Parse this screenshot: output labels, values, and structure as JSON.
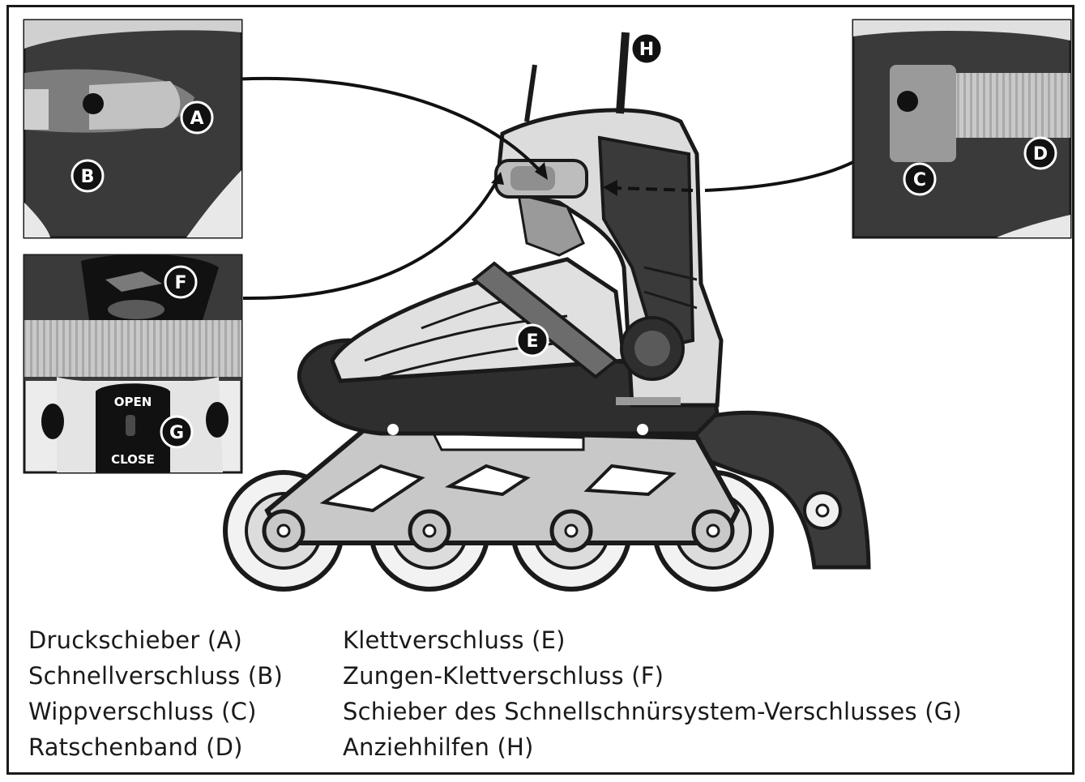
{
  "callouts": {
    "a": "A",
    "b": "B",
    "c": "C",
    "d": "D",
    "e": "E",
    "f": "F",
    "g": "G",
    "h": "H"
  },
  "inset_g": {
    "open_label": "OPEN",
    "close_label": "CLOSE"
  },
  "legend": {
    "left": [
      "Druckschieber (A)",
      "Schnellverschluss (B)",
      "Wippverschluss (C)",
      "Ratschenband (D)"
    ],
    "right": [
      "Klettverschluss (E)",
      "Zungen-Klettverschluss (F)",
      "Schieber des Schnellschnürsystem-Verschlusses (G)",
      "Anziehhilfen (H)"
    ]
  }
}
